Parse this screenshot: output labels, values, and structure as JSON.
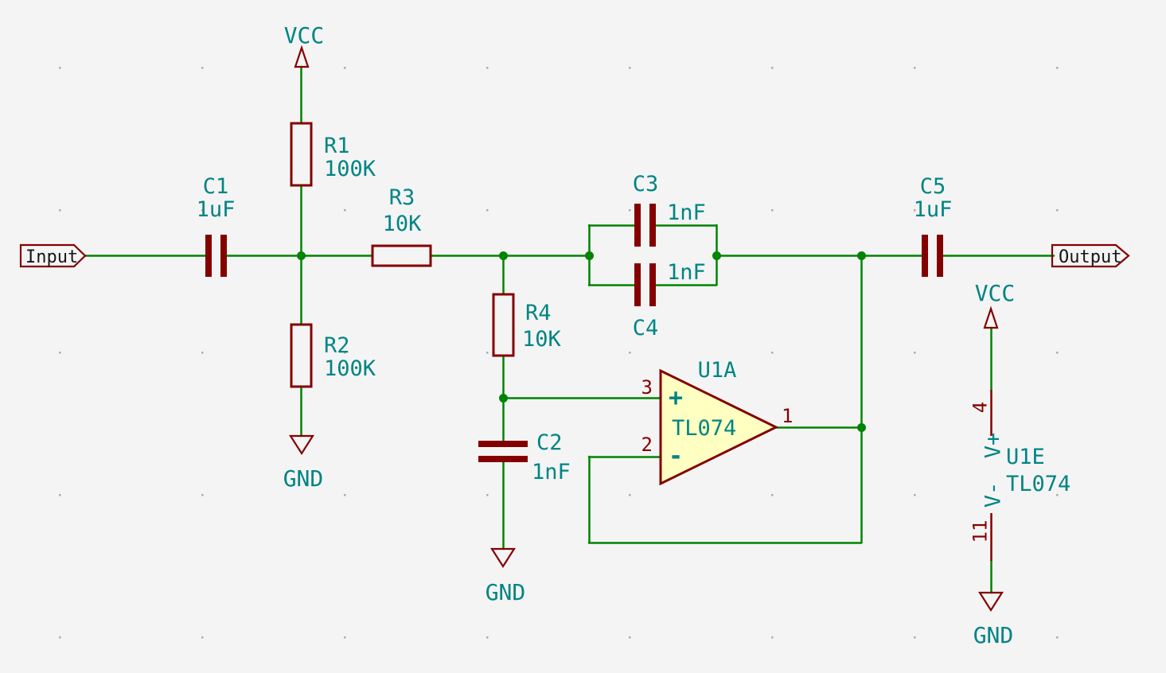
{
  "colors": {
    "background": "#f4f4f4",
    "wire": "#008400",
    "component_outline": "#840000",
    "label_text": "#008484",
    "pin_number_text": "#840000",
    "port_text": "#161616",
    "opamp_fill": "#ffffc2",
    "grid_dot": "#ababab"
  },
  "ports": {
    "input": "Input",
    "output": "Output"
  },
  "power": {
    "vcc_r1": "VCC",
    "gnd_r2": "GND",
    "gnd_c2": "GND",
    "vcc_u1e": "VCC",
    "gnd_u1e": "GND"
  },
  "components": {
    "c1": {
      "ref": "C1",
      "value": "1uF"
    },
    "r1": {
      "ref": "R1",
      "value": "100K"
    },
    "r2": {
      "ref": "R2",
      "value": "100K"
    },
    "r3": {
      "ref": "R3",
      "value": "10K"
    },
    "r4": {
      "ref": "R4",
      "value": "10K"
    },
    "c2": {
      "ref": "C2",
      "value": "1nF"
    },
    "c3": {
      "ref": "C3",
      "value": "1nF"
    },
    "c4": {
      "ref": "C4",
      "value": "1nF"
    },
    "c5": {
      "ref": "C5",
      "value": "1uF"
    },
    "u1a": {
      "ref": "U1A",
      "value": "TL074",
      "pin_plus": "3",
      "pin_minus": "2",
      "pin_out": "1",
      "plus_sign": "+",
      "minus_sign": "-"
    },
    "u1e": {
      "ref": "U1E",
      "value": "TL074",
      "pin_vplus": "4",
      "pin_vminus": "11",
      "vplus_name": "V+",
      "vminus_name": "V-"
    }
  }
}
